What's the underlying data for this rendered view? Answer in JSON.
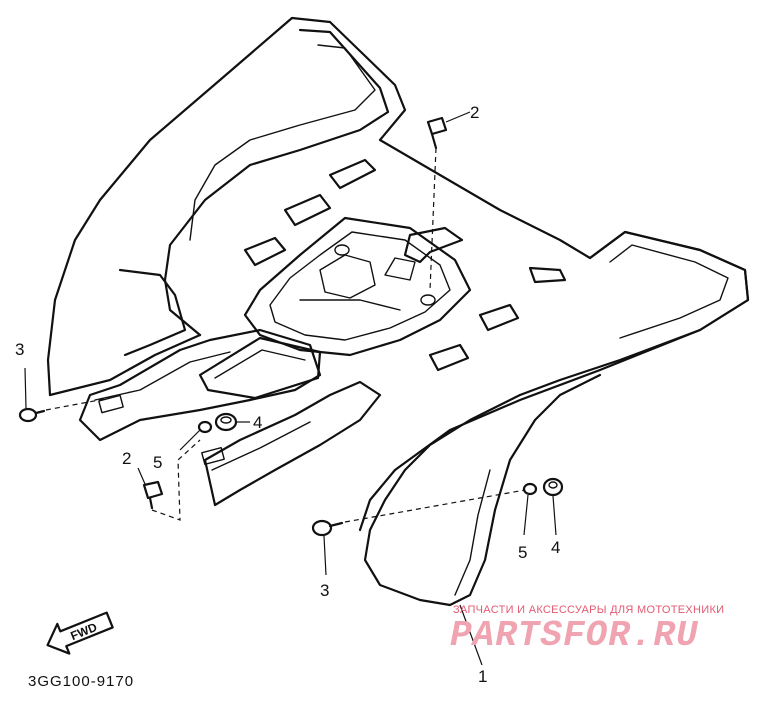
{
  "diagram": {
    "part_code": "3GG100-9170",
    "fwd_label": "FWD",
    "callouts": {
      "c1": "1",
      "c2a": "2",
      "c2b": "2",
      "c3a": "3",
      "c3b": "3",
      "c4a": "4",
      "c4b": "4",
      "c5a": "5",
      "c5b": "5"
    }
  },
  "watermark": {
    "tagline": "ЗАПЧАСТИ И АКСЕССУАРЫ ДЛЯ МОТОТЕХНИКИ",
    "brand": "PARTSFOR.RU"
  }
}
